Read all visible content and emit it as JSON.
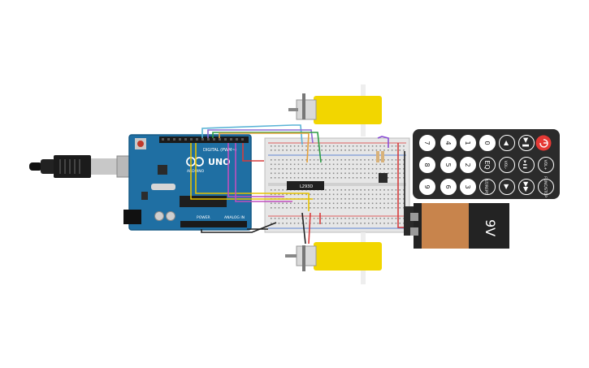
{
  "arduino": {
    "brand_text": "UNO",
    "maker_text": "ARDUINO",
    "digital_label": "DIGITAL (PWM~)",
    "power_label": "POWER",
    "analog_label": "ANALOG IN"
  },
  "motor_driver": {
    "label": "L293D"
  },
  "battery": {
    "label": "9V"
  },
  "remote": {
    "buttons": [
      {
        "name": "remote-btn-7",
        "label": "7"
      },
      {
        "name": "remote-btn-4",
        "label": "4"
      },
      {
        "name": "remote-btn-1",
        "label": "1"
      },
      {
        "name": "remote-btn-0",
        "label": "0"
      },
      {
        "name": "remote-btn-prev",
        "label": "◀"
      },
      {
        "name": "remote-btn-playpause",
        "label": "▶❚"
      },
      {
        "name": "remote-btn-8",
        "label": "8"
      },
      {
        "name": "remote-btn-5",
        "label": "5"
      },
      {
        "name": "remote-btn-2",
        "label": "2"
      },
      {
        "name": "remote-btn-eq",
        "label": "EQ"
      },
      {
        "name": "remote-btn-vol-minus",
        "label": "VOL-"
      },
      {
        "name": "remote-btn-play",
        "label": "▶❚❚"
      },
      {
        "name": "remote-btn-vol-plus",
        "label": "VOL+"
      },
      {
        "name": "remote-btn-9",
        "label": "9"
      },
      {
        "name": "remote-btn-6",
        "label": "6"
      },
      {
        "name": "remote-btn-3",
        "label": "3"
      },
      {
        "name": "remote-btn-st-rept",
        "label": "ST/REPT"
      },
      {
        "name": "remote-btn-next",
        "label": "▶"
      },
      {
        "name": "remote-btn-skip",
        "label": "▶▶"
      },
      {
        "name": "remote-btn-func-stop",
        "label": "FUNC/STOP"
      }
    ],
    "power_icon": "power-icon"
  },
  "colors": {
    "arduino_blue": "#1f6fa3",
    "motor_yellow": "#f2d600",
    "battery_orange": "#c8844c",
    "remote_body": "#2b2b2b",
    "breadboard": "#e8e8e8"
  }
}
